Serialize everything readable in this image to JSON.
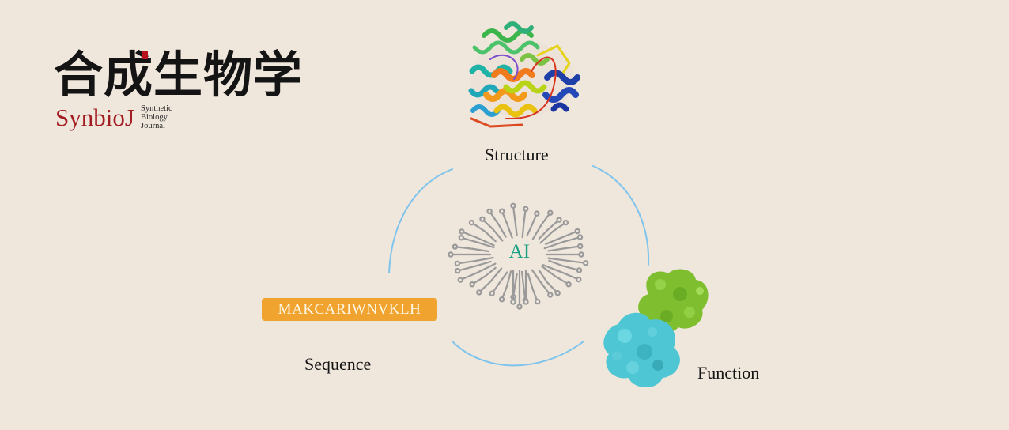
{
  "logo": {
    "chinese_title": "合成生物学",
    "brand": "SynbioJ",
    "subtitle_lines": [
      "Synthetic",
      "Biology",
      "Journal"
    ]
  },
  "labels": {
    "structure": "Structure",
    "sequence": "Sequence",
    "function": "Function",
    "ai": "AI"
  },
  "sequence_box": "MAKCARIWNVKLH",
  "colors": {
    "background": "#efe6dc",
    "cycle_arc": "#7fc4ec",
    "sequence_box": "#f0a32e",
    "ai_text": "#1ba184",
    "brand_red": "#a31c22",
    "function_green": "#7fbf2f",
    "function_cyan": "#4fc6d3"
  },
  "icons": [
    "protein-structure-ribbon-icon",
    "ai-circuit-brain-icon",
    "protein-complex-surface-icon"
  ]
}
